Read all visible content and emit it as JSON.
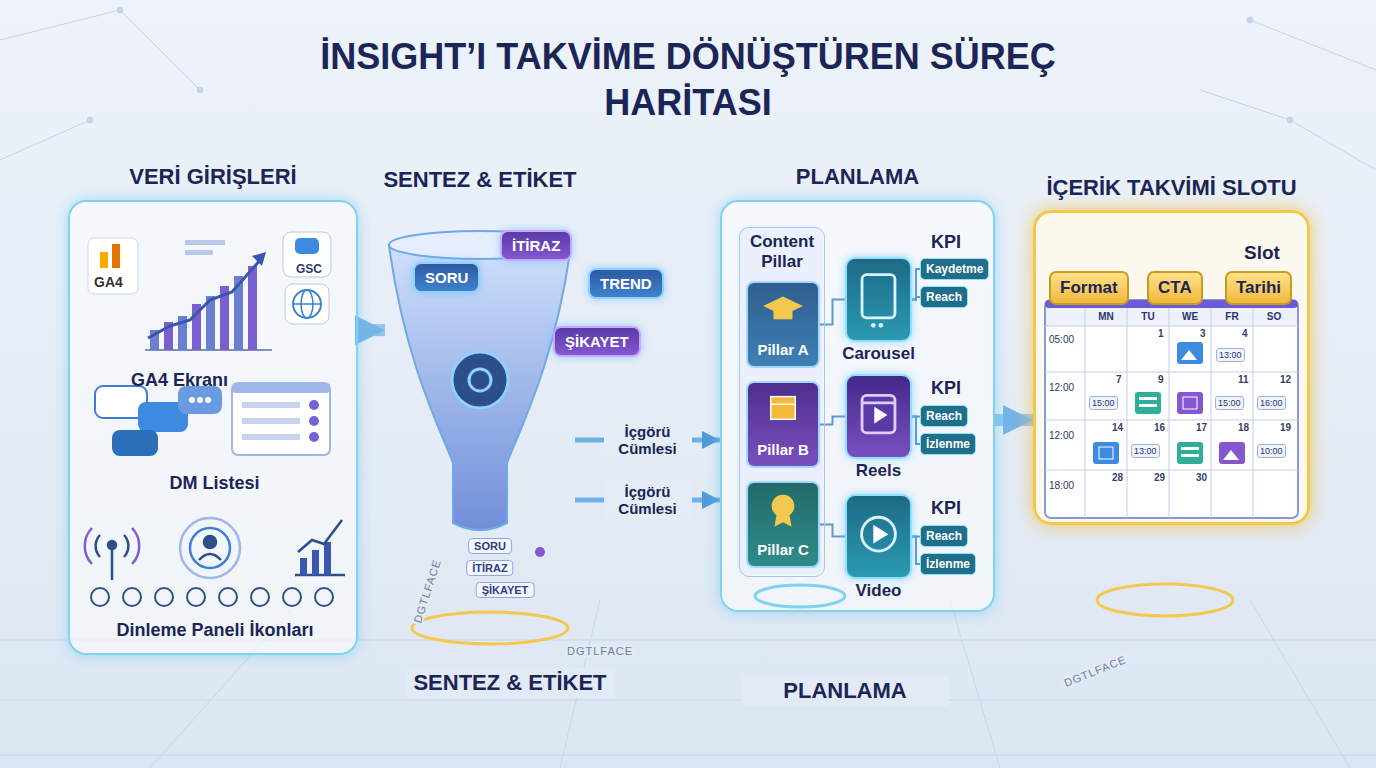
{
  "diagram": {
    "title": "İNSIGHT’I TAKVİME DÖNÜŞTÜREN SÜREÇ HARİTASI",
    "nodes": [
      {
        "text": [
          "VERİ GİRİŞLERİ"
        ]
      },
      {
        "text": [
          "GA4",
          "GA4 Ekranı"
        ],
        "in": 0
      },
      {
        "text": [
          "GSC"
        ],
        "in": 0
      },
      {
        "text": [
          "DM Listesi"
        ],
        "in": 0
      },
      {
        "text": [
          "Dinleme Paneli İkonları"
        ],
        "in": 0
      },
      {
        "text": [
          "SENTEZ & ETİKET"
        ]
      },
      {
        "text": [
          "SORU"
        ]
      },
      {
        "text": [
          "İTİRAZ"
        ]
      },
      {
        "text": [
          "TREND"
        ]
      },
      {
        "text": [
          "ŞİKAYET"
        ]
      },
      {
        "text": [
          "PLANLAMA"
        ]
      },
      {
        "text": [
          "Content Pillar"
        ],
        "in": 10
      },
      {
        "text": [
          "Pillar A"
        ],
        "in": 11
      },
      {
        "text": [
          "Pillar B"
        ],
        "in": 11
      },
      {
        "text": [
          "Pillar C"
        ],
        "in": 11
      },
      {
        "text": [
          "Carousel"
        ],
        "in": 10
      },
      {
        "text": [
          "Reels"
        ],
        "in": 10
      },
      {
        "text": [
          "Video"
        ],
        "in": 10
      },
      {
        "text": [
          "Kaydetme"
        ],
        "in": 10
      },
      {
        "text": [
          "Reach"
        ],
        "in": 10
      },
      {
        "text": [
          "Reach"
        ],
        "in": 10
      },
      {
        "text": [
          "İzlenme"
        ],
        "in": 10
      },
      {
        "text": [
          "Reach"
        ],
        "in": 10
      },
      {
        "text": [
          "İzlenme"
        ],
        "in": 10
      },
      {
        "text": [
          "İÇERİK TAKVİMİ SLOTU"
        ]
      },
      {
        "text": [
          "Format"
        ],
        "in": 24
      },
      {
        "text": [
          "CTA"
        ],
        "in": 24
      },
      {
        "text": [
          "Tarihi"
        ],
        "in": 24
      }
    ],
    "edges": [
      {
        "from": 0,
        "to": 5,
        "arrow": "to"
      },
      {
        "from": 5,
        "to": 10,
        "label": "İçgörü Cümlesi",
        "arrow": "to"
      },
      {
        "from": 5,
        "to": 10,
        "label": "İçgörü Cümlesi",
        "arrow": "to"
      },
      {
        "from": 10,
        "to": 24,
        "arrow": "to"
      },
      {
        "from": 12,
        "to": 15,
        "arrow": "none"
      },
      {
        "from": 13,
        "to": 16,
        "arrow": "none"
      },
      {
        "from": 14,
        "to": 17,
        "arrow": "none"
      },
      {
        "from": 15,
        "to": 18,
        "arrow": "none"
      },
      {
        "from": 15,
        "to": 19,
        "arrow": "none"
      },
      {
        "from": 16,
        "to": 20,
        "arrow": "none"
      },
      {
        "from": 16,
        "to": 21,
        "arrow": "none"
      },
      {
        "from": 17,
        "to": 22,
        "arrow": "none"
      },
      {
        "from": 17,
        "to": 23,
        "arrow": "none"
      }
    ],
    "labels": [
      "Slot",
      "KPI",
      "KPI",
      "KPI",
      "MN",
      "TU",
      "WE",
      "FR",
      "SO",
      "05:00",
      "12:00",
      "12:00",
      "18:00",
      "1",
      "3",
      "4",
      "13:00",
      "7",
      "15:00",
      "9",
      "11",
      "15:00",
      "12",
      "16:00",
      "14",
      "16",
      "13:00",
      "17",
      "18",
      "19",
      "10:00",
      "28",
      "29",
      "30",
      "SORU",
      "İTİRAZ",
      "ŞİKAYET",
      "SENTEZ & ETİKET",
      "PLANLAMA",
      "DGTLFACE",
      "DGTLFACE",
      "DGTLFACE"
    ]
  }
}
